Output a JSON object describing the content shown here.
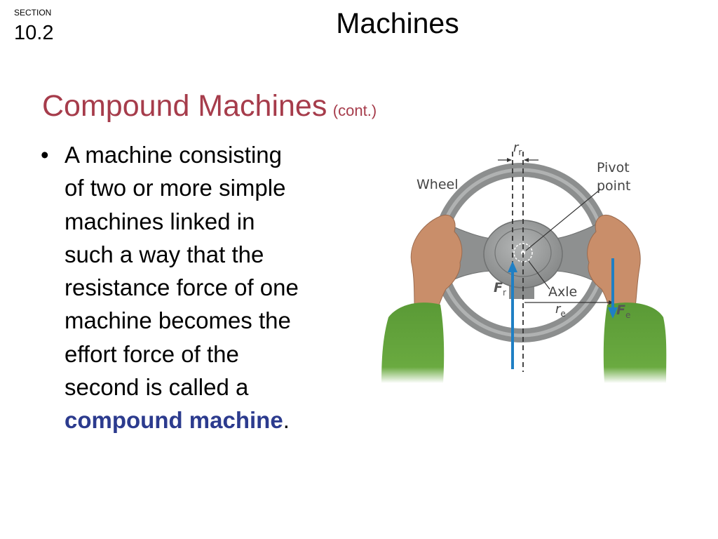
{
  "header": {
    "section_label": "SECTION",
    "section_number": "10.2",
    "title": "Machines"
  },
  "heading": {
    "text": "Compound Machines",
    "suffix": "(cont.)",
    "color": "#a63c4b"
  },
  "bullet": {
    "marker": "•",
    "text_lines": [
      "A machine consisting",
      "of two or more simple",
      "machines linked in",
      "such a way that the",
      "resistance force of one",
      "machine becomes the",
      "effort force of the",
      "second is called a"
    ],
    "term": "compound machine",
    "term_color": "#2c3b8e",
    "end_punct": "."
  },
  "figure": {
    "labels": {
      "wheel": "Wheel",
      "pivot_line1": "Pivot",
      "pivot_line2": "point",
      "axle": "Axle",
      "r_r_main": "r",
      "r_r_sub": "r",
      "r_e_main": "r",
      "r_e_sub": "e",
      "f_r_main": "F",
      "f_r_sub": "r",
      "f_e_main": "F",
      "f_e_sub": "e"
    },
    "colors": {
      "wheel_gray": "#8e9090",
      "arrow_blue": "#1f7fc4",
      "sleeve_green": "#5a9a36",
      "skin": "#c98e6a"
    }
  }
}
